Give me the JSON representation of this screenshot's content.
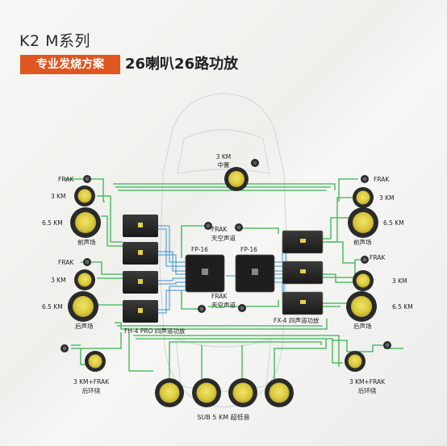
{
  "header": {
    "series_title": "K2 M系列",
    "badge": "专业发烧方案",
    "headline": "26喇叭26路功放"
  },
  "labels": {
    "center_mid": "3 KM",
    "center_mid_sub": "中置",
    "frak": "FRAK",
    "km3": "3 KM",
    "km65": "6.5 KM",
    "front_stage": "前声场",
    "rear_stage": "后声场",
    "ceiling": "天空声道",
    "processor": "FP-16",
    "amp_left": "FH-4 PRO 四声道功放",
    "amp_right": "FX-4 四声道功放",
    "rear_surround_type": "3 KM+FRAK",
    "rear_surround": "后环绕",
    "subwoofer": "SUB 5 KM 超低音"
  },
  "colors": {
    "accent": "#e0561f",
    "speaker_cone": "#e0cf45",
    "wire_green": "#35b451",
    "wire_blue": "#3a8fd6"
  }
}
